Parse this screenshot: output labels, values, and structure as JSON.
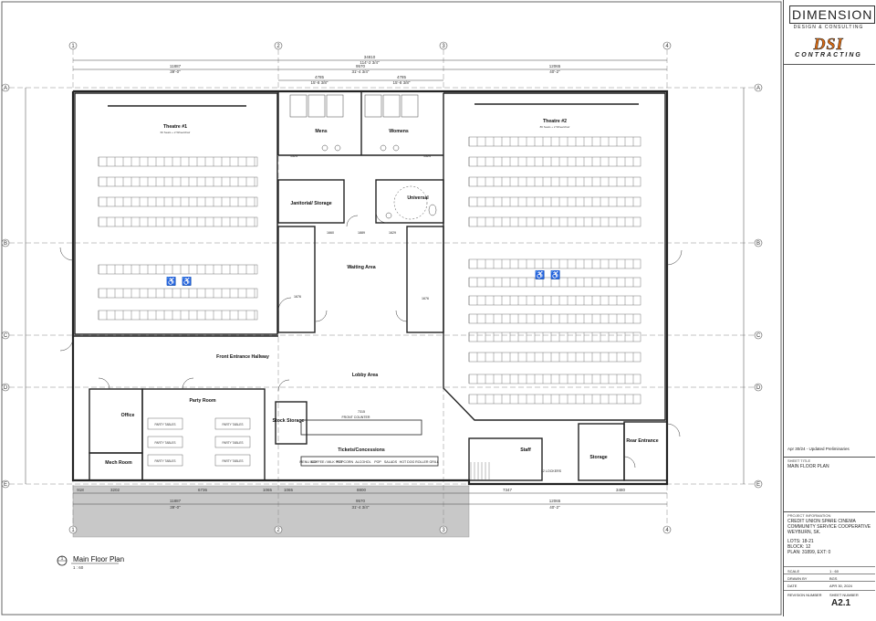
{
  "title_block": {
    "firm_logo_text": "DIMENSION",
    "firm_logo_subtext": "DESIGN & CONSULTING",
    "contractor_logo_text": "DSI",
    "contractor_subtext": "CONTRACTING",
    "revision_note": "Apr 30/24 - Updated Preliminaries",
    "sheet_title_label": "SHEET TITLE",
    "sheet_title": "MAIN FLOOR PLAN",
    "project_info_label": "PROJECT INFORMATION",
    "project_info_lines": [
      "CREDIT UNION SPARE CINEMA",
      "COMMUNITY SERVICE COOPERATIVE",
      "WEYBURN, SK.",
      "LOTS: 18-21",
      "BLOCK: 12",
      "PLAN: 31899, EXT: 0"
    ],
    "scale_label": "SCALE",
    "scale_value": "1 : 60",
    "drawn_label": "DRAWN BY",
    "drawn_value": "BGS",
    "date_label": "DATE",
    "date_value": "APR 30, 2024",
    "revision_label": "REVISION NUMBER",
    "sheet_number_label": "SHEET NUMBER",
    "sheet_number": "A2.1"
  },
  "plan": {
    "title": "Main Floor Plan",
    "scale": "1 : 60",
    "view_number": "1",
    "grid_columns": [
      "1",
      "2",
      "3",
      "4"
    ],
    "grid_rows": [
      "A",
      "B",
      "C",
      "D",
      "E"
    ],
    "overall_dim": "34810",
    "overall_dim_imperial": "114'-2 3/4\"",
    "dims_top": [
      "11887",
      "9570",
      "12065"
    ],
    "dims_top_imperial": [
      "39'-0\"",
      "31'-4 3/4\"",
      "40'-2\""
    ],
    "dims_mid": [
      "4785",
      "4785"
    ],
    "dims_mid_imperial": [
      "15'-8 3/8\"",
      "15'-8 3/8\""
    ],
    "dims_bottom": [
      "11887",
      "9570",
      "12065"
    ],
    "dims_bottom_imperial": [
      "39'-0\"",
      "31'-4 3/4\"",
      "40'-2\""
    ],
    "dims_bottom2": [
      "918",
      "3202",
      "6736",
      "1065",
      "1065",
      "8800",
      "7347",
      "3480"
    ],
    "rooms": {
      "theatre1": "Theatre #1",
      "theatre1_sub": "60 Seats + 2 Wheelchair",
      "theatre2": "Theatre #2",
      "theatre2_sub": "86 Seats + 2 Wheelchair",
      "mens": "Mens",
      "womens": "Womens",
      "janitorial": "Janitorial/ Storage",
      "universal": "Universal",
      "waiting": "Waiting Area",
      "lobby": "Lobby Area",
      "front_entrance": "Front Entrance Hallway",
      "party": "Party Room",
      "office": "Office",
      "mech": "Mech Room",
      "stock": "Stock Storage",
      "tickets": "Tickets/Concessions",
      "staff": "Staff",
      "storage": "Storage",
      "rear_entrance": "Rear Entrance"
    },
    "labels": {
      "front_counter": "FRONT COUNTER",
      "front_counter_dim": "7315",
      "waiting_dims": [
        "1660",
        "1889",
        "1629"
      ],
      "party_tables": [
        "PARTY TABLES",
        "PARTY TABLES",
        "PARTY TABLES",
        "PARTY TABLES",
        "PARTY TABLES",
        "PARTY TABLES"
      ],
      "concession_items": [
        "MENU BOX",
        "COFFEE / MILK POT",
        "POPCORN",
        "ALCOHOL",
        "POP",
        "SALADS",
        "HOT DOG",
        "ROLLER GRILL"
      ],
      "lockers": "12 LOCKERS",
      "dims_side": [
        "1676",
        "1676",
        "1524",
        "1524"
      ]
    }
  }
}
